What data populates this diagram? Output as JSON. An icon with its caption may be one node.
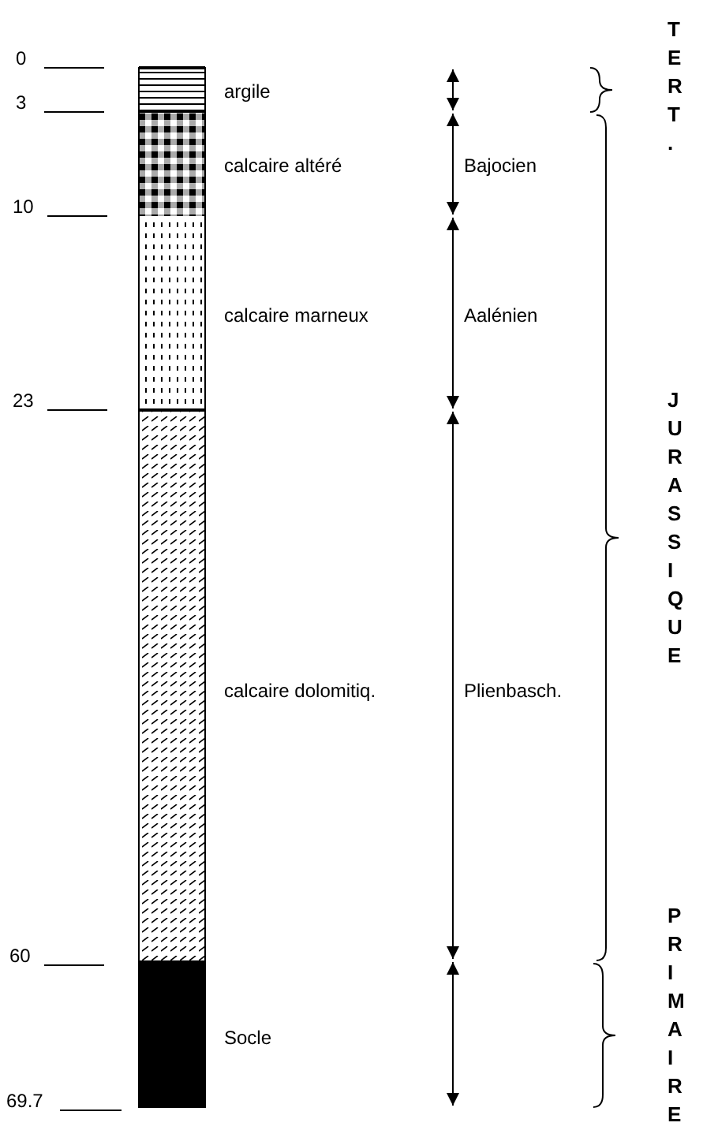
{
  "diagram": {
    "labels": [
      "TERT.",
      "0",
      "argile",
      "3",
      "calcaire altéré",
      "Bajocien",
      "10",
      "calcaire marneux",
      "Aalénien",
      "23",
      "JURASSIQUE",
      "calcaire dolomitiq.",
      "Plienbasch.",
      "60",
      "PRIMAIRE",
      "Socle",
      "69.7"
    ]
  }
}
